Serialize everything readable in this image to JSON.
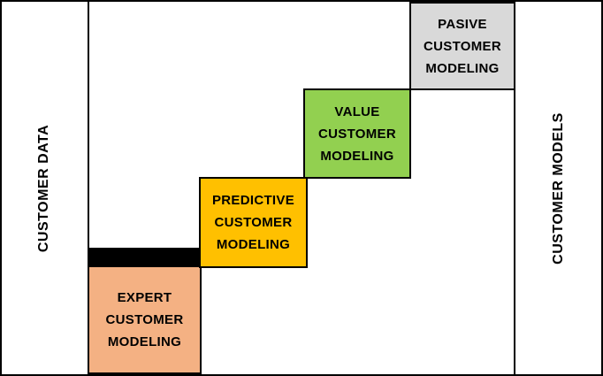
{
  "diagram": {
    "title": "customer-modeling-staircase",
    "left_axis": {
      "label": "CUSTOMER DATA"
    },
    "right_axis": {
      "label": "CUSTOMER MODELS"
    },
    "data_bar_color": "#000000",
    "steps": [
      {
        "id": "expert",
        "lines": [
          "EXPERT",
          "CUSTOMER",
          "MODELING"
        ],
        "color": "#F4B183"
      },
      {
        "id": "predictive",
        "lines": [
          "PREDICTIVE",
          "CUSTOMER",
          "MODELING"
        ],
        "color": "#FFC000"
      },
      {
        "id": "value",
        "lines": [
          "VALUE",
          "CUSTOMER",
          "MODELING"
        ],
        "color": "#92D050"
      },
      {
        "id": "pasive",
        "lines": [
          "PASIVE",
          "CUSTOMER",
          "MODELING"
        ],
        "color": "#D9D9D9"
      }
    ],
    "border_color": "#000000",
    "background_color": "#FFFFFF"
  }
}
